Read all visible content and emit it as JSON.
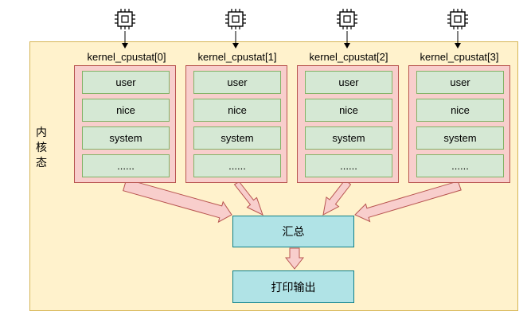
{
  "kernel_region_label": "内\n核\n态",
  "cpus": [
    {
      "title": "kernel_cpustat[0]",
      "fields": [
        "user",
        "nice",
        "system",
        "......"
      ]
    },
    {
      "title": "kernel_cpustat[1]",
      "fields": [
        "user",
        "nice",
        "system",
        "......"
      ]
    },
    {
      "title": "kernel_cpustat[2]",
      "fields": [
        "user",
        "nice",
        "system",
        "......"
      ]
    },
    {
      "title": "kernel_cpustat[3]",
      "fields": [
        "user",
        "nice",
        "system",
        "......"
      ]
    }
  ],
  "aggregate_label": "汇总",
  "output_label": "打印输出",
  "icons": {
    "cpu": "cpu-chip-icon"
  },
  "colors": {
    "kernel_area": "#fff2cc",
    "cpu_block": "#f8cecc",
    "field": "#d5e8d4",
    "process_box": "#b0e3e6",
    "arrow": "#f8cecc"
  }
}
